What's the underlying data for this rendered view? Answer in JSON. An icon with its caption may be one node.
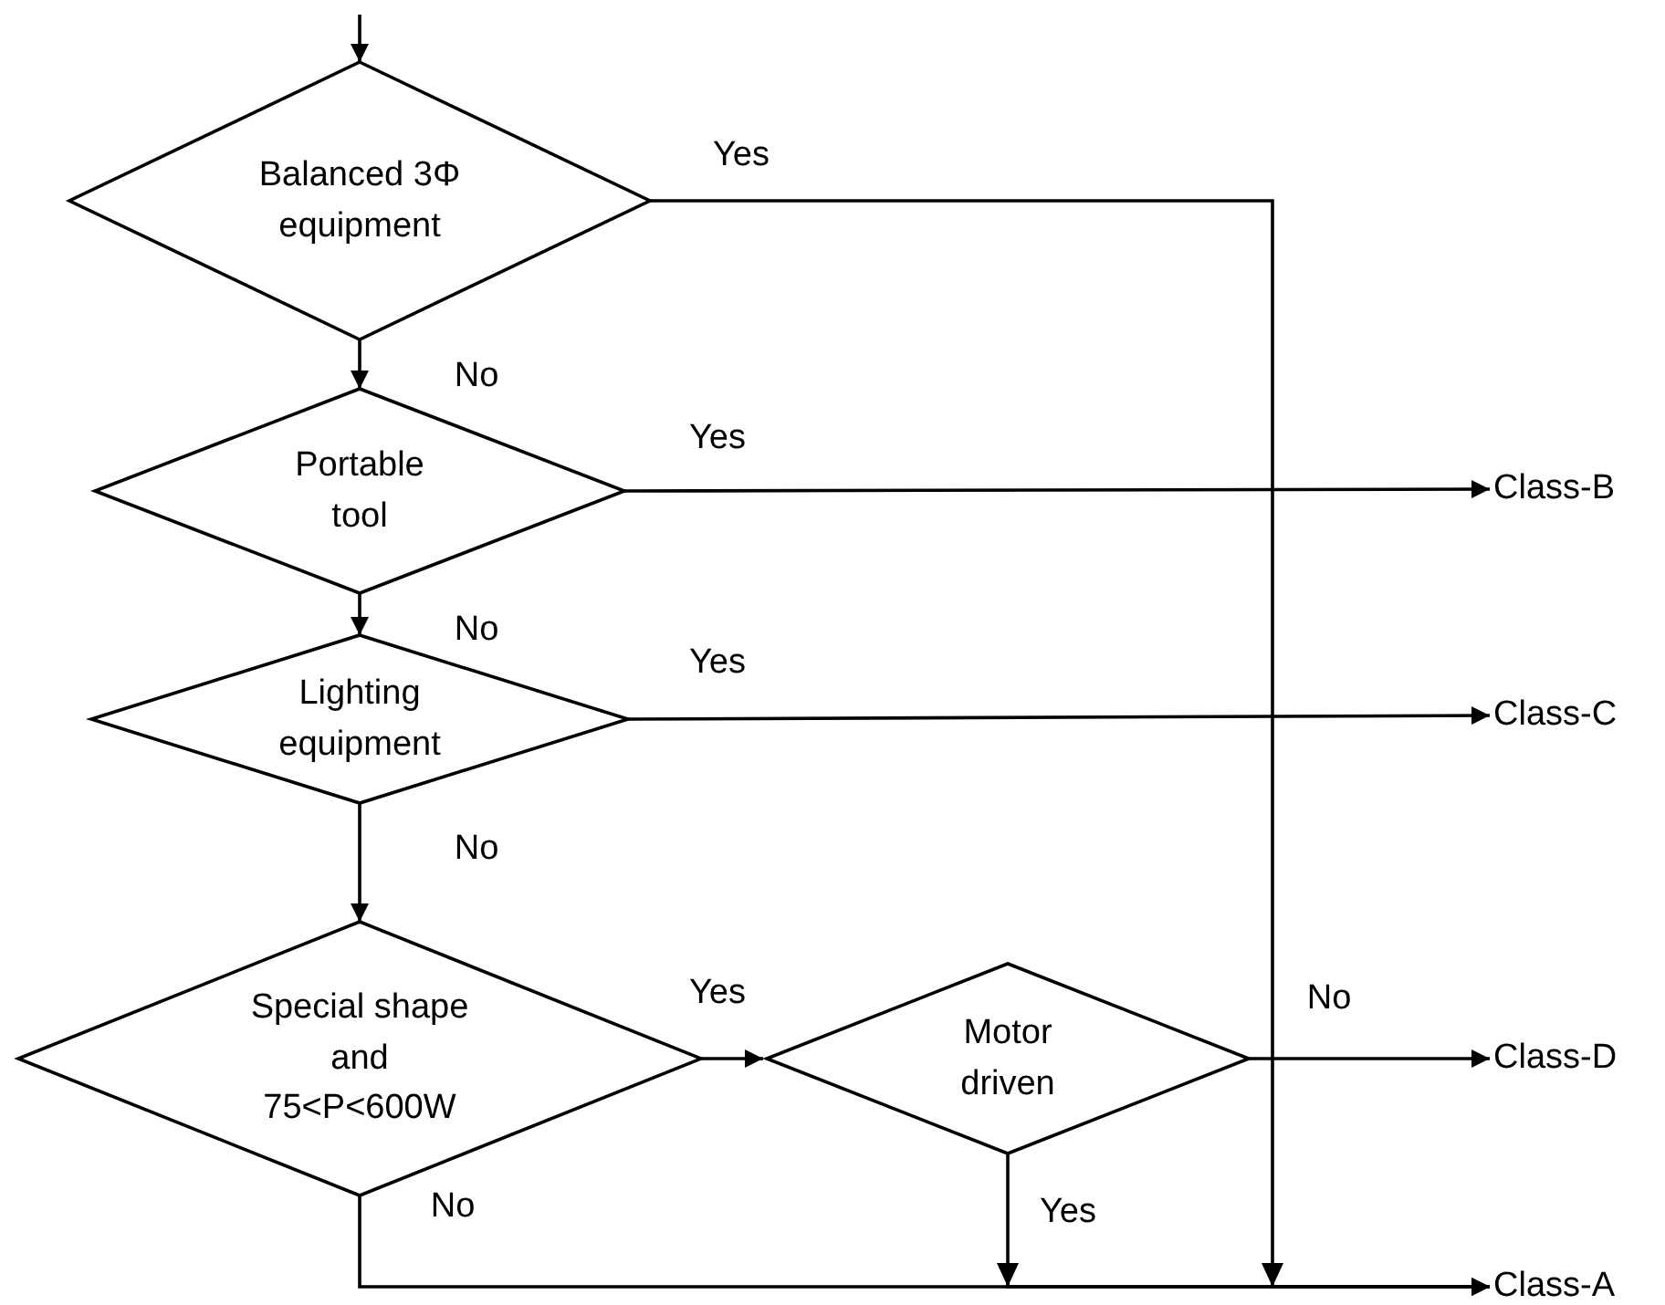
{
  "diagram": {
    "nodes": [
      {
        "text": [
          "Balanced 3Φ equipment"
        ]
      },
      {
        "text": [
          "Portable tool"
        ]
      },
      {
        "text": [
          "Lighting equipment"
        ]
      },
      {
        "text": [
          "Special shape and 75<P<600W"
        ]
      },
      {
        "text": [
          "Motor driven"
        ]
      },
      {
        "text": [
          "Class-B"
        ]
      },
      {
        "text": [
          "Class-C"
        ]
      },
      {
        "text": [
          "Class-D"
        ]
      },
      {
        "text": [
          "Class-A"
        ]
      }
    ],
    "edges": [
      {
        "from": null,
        "to": 0,
        "arrow": "to"
      },
      {
        "from": 0,
        "to": 1,
        "arrow": "to",
        "label": "No"
      },
      {
        "from": 1,
        "to": 2,
        "arrow": "to",
        "label": "No"
      },
      {
        "from": 2,
        "to": 3,
        "arrow": "to",
        "label": "No"
      },
      {
        "from": 0,
        "to": 8,
        "arrow": "to",
        "label": "Yes"
      },
      {
        "from": 1,
        "to": 5,
        "arrow": "to",
        "label": "Yes"
      },
      {
        "from": 2,
        "to": 6,
        "arrow": "to",
        "label": "Yes"
      },
      {
        "from": 3,
        "to": 4,
        "arrow": "to",
        "label": "Yes"
      },
      {
        "from": 4,
        "to": 7,
        "arrow": "to",
        "label": "No"
      },
      {
        "from": 3,
        "to": 8,
        "arrow": "to",
        "label": "No"
      },
      {
        "from": 4,
        "to": 8,
        "arrow": "to",
        "label": "Yes"
      }
    ]
  }
}
